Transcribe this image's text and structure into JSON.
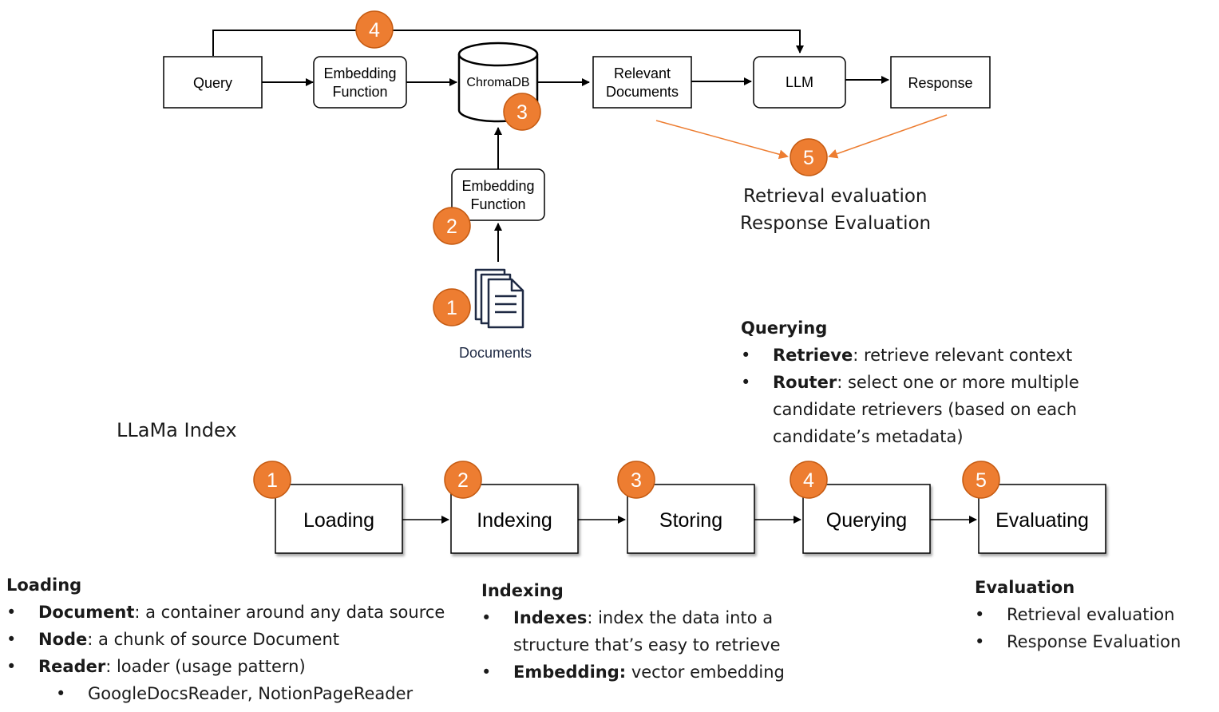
{
  "top_flow": {
    "query": "Query",
    "embedding_function": [
      "Embedding",
      "Function"
    ],
    "chromadb": "ChromaDB",
    "relevant_documents": [
      "Relevant",
      "Documents"
    ],
    "llm": "LLM",
    "response": "Response",
    "embedding_function_2": [
      "Embedding",
      "Function"
    ],
    "documents": "Documents",
    "eval_line1": "Retrieval evaluation",
    "eval_line2": "Response Evaluation"
  },
  "badges": {
    "one": "1",
    "two": "2",
    "three": "3",
    "four": "4",
    "five": "5"
  },
  "querying": {
    "title": "Querying",
    "items": [
      {
        "bold": "Retrieve",
        "text": ": retrieve relevant context"
      },
      {
        "bold": "Router",
        "text": ": select one or more multiple",
        "cont": [
          "candidate retrievers (based on each",
          "candidate’s metadata)"
        ]
      }
    ]
  },
  "llama_index": {
    "title": "LLaMa Index",
    "stages": [
      "Loading",
      "Indexing",
      "Storing",
      "Querying",
      "Evaluating"
    ]
  },
  "loading": {
    "title": "Loading",
    "items": [
      {
        "bold": "Document",
        "text": ": a container around any data source"
      },
      {
        "bold": "Node",
        "text": ": a chunk of source Document"
      },
      {
        "bold": "Reader",
        "text": ": loader (usage pattern)"
      }
    ],
    "sub_items": [
      "GoogleDocsReader, NotionPageReader"
    ]
  },
  "indexing": {
    "title": "Indexing",
    "items": [
      {
        "bold": "Indexes",
        "text": ": index the data into a",
        "cont": [
          "structure that’s easy to retrieve"
        ]
      },
      {
        "bold": "Embedding:",
        "text": " vector embedding"
      }
    ]
  },
  "evaluation": {
    "title": "Evaluation",
    "items": [
      "Retrieval evaluation",
      "Response Evaluation"
    ]
  },
  "colors": {
    "badge": "#ED7D31",
    "badge_stroke": "#C55A11",
    "eval_arrow": "#ED7D31",
    "doc_icon": "#1f2a44"
  }
}
